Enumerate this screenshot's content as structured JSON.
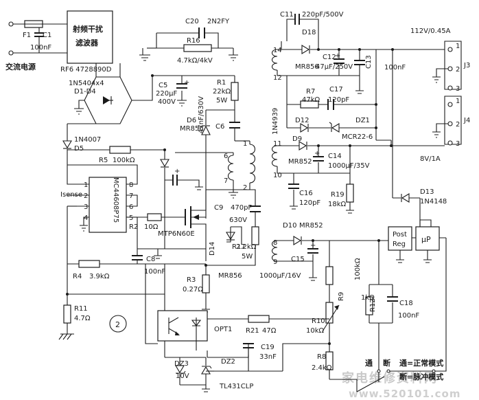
{
  "ac_input": {
    "label": "交流电源",
    "fuse": "F1",
    "cap_name": "C1",
    "cap_value": "100nF"
  },
  "rf_filter": {
    "name_line1": "射频干扰",
    "name_line2": "滤波器",
    "part": "RF6 4728890D"
  },
  "bridge": {
    "part": "1N5404x4",
    "ref": "D1-D4"
  },
  "snubber_top": {
    "c20": "C20",
    "c20_value": "2N2FY",
    "r16": "R16",
    "r16_value": "4.7kΩ/4kV"
  },
  "c5": {
    "ref": "C5",
    "value": "220μF",
    "voltage": "400V"
  },
  "r1": {
    "ref": "R1",
    "value": "22kΩ",
    "power": "5W"
  },
  "d6": {
    "ref": "D6",
    "part": "MR856"
  },
  "c6": {
    "ref": "C6",
    "value": "47nF/630V"
  },
  "d5": {
    "part": "1N4007",
    "ref": "D5"
  },
  "r5": {
    "ref": "R5",
    "value": "100kΩ"
  },
  "ic": {
    "part": "MC44608P75",
    "isense": "Isense",
    "pins": [
      "1",
      "2",
      "3",
      "4",
      "5",
      "6",
      "7",
      "8"
    ]
  },
  "r2": {
    "ref": "R2",
    "value": "10Ω"
  },
  "mosfet": {
    "part": "MTP6N60E"
  },
  "c8": {
    "ref": "C8",
    "value": "100nF"
  },
  "r4": {
    "ref": "R4",
    "value": "3.9kΩ"
  },
  "r3": {
    "ref": "R3",
    "value": "0.27Ω"
  },
  "c9": {
    "ref": "C9",
    "value": "470pF",
    "voltage": "630V"
  },
  "r17": {
    "ref": "R17",
    "value": "2.2kΩ",
    "power": "5W"
  },
  "d14": {
    "ref": "D14",
    "part": "MR856"
  },
  "r11": {
    "ref": "R11",
    "value": "4.7Ω"
  },
  "figure_number": "2",
  "transformer_pins": {
    "p14": "14",
    "p12": "12",
    "p11": "11",
    "p10": "10",
    "p8": "8",
    "p9": "9",
    "p6": "6",
    "p7": "7",
    "p1": "1",
    "p2": "2"
  },
  "c11": {
    "ref": "C11",
    "value": "220pF/500V"
  },
  "d18": {
    "ref": "D18",
    "part": "MR856"
  },
  "c12": {
    "ref": "C12",
    "value": "47μF/250V"
  },
  "c13": {
    "ref": "C13",
    "value": "100nF"
  },
  "out_112": {
    "label": "112V/0.45A",
    "connector": "J3",
    "pins": [
      "1",
      "2",
      "3"
    ]
  },
  "r7": {
    "ref": "R7",
    "value": "47kΩ"
  },
  "c17": {
    "ref": "C17",
    "value": "120pF"
  },
  "d12": {
    "ref": "D12",
    "part": "1N4939"
  },
  "dz1": {
    "ref": "DZ1",
    "part": "MCR22-6"
  },
  "d9": {
    "ref": "D9",
    "part": "MR852"
  },
  "c14": {
    "ref": "C14",
    "value": "1000μF/35V"
  },
  "out_8": {
    "label": "8V/1A",
    "connector": "J4",
    "pins": [
      "1",
      "2",
      "3"
    ]
  },
  "c16": {
    "ref": "C16",
    "value": "120pF"
  },
  "r19": {
    "ref": "R19",
    "value": "18kΩ"
  },
  "d13": {
    "ref": "D13",
    "part": "1N4148"
  },
  "d10": {
    "ref": "D10",
    "part": "MR852"
  },
  "c15": {
    "ref": "C15",
    "value": "1000μF/16V"
  },
  "post_reg": {
    "line1": "Post",
    "line2": "Reg"
  },
  "mcu": {
    "label": "μP"
  },
  "r9": {
    "ref": "R9",
    "value": "100kΩ"
  },
  "r12": {
    "ref": "R12",
    "value": "1kΩ"
  },
  "c18": {
    "ref": "C18",
    "value": "100nF"
  },
  "r21": {
    "ref": "R21",
    "value": "47Ω"
  },
  "r10": {
    "ref": "R10",
    "value": "10kΩ"
  },
  "opt1": {
    "ref": "OPT1"
  },
  "c19": {
    "ref": "C19",
    "value": "33nF"
  },
  "dz3": {
    "ref": "DZ3",
    "value": "10V"
  },
  "dz2": {
    "ref": "DZ2",
    "part": "TL431CLP"
  },
  "r8": {
    "ref": "R8",
    "value": "2.4kΩ"
  },
  "mode_switch": {
    "on": "通",
    "off": "断",
    "on_mode": "通=正常模式",
    "off_mode": "断=脉冲模式"
  },
  "watermark": {
    "text": "家电维修资料网",
    "url": "www.520101.com"
  }
}
